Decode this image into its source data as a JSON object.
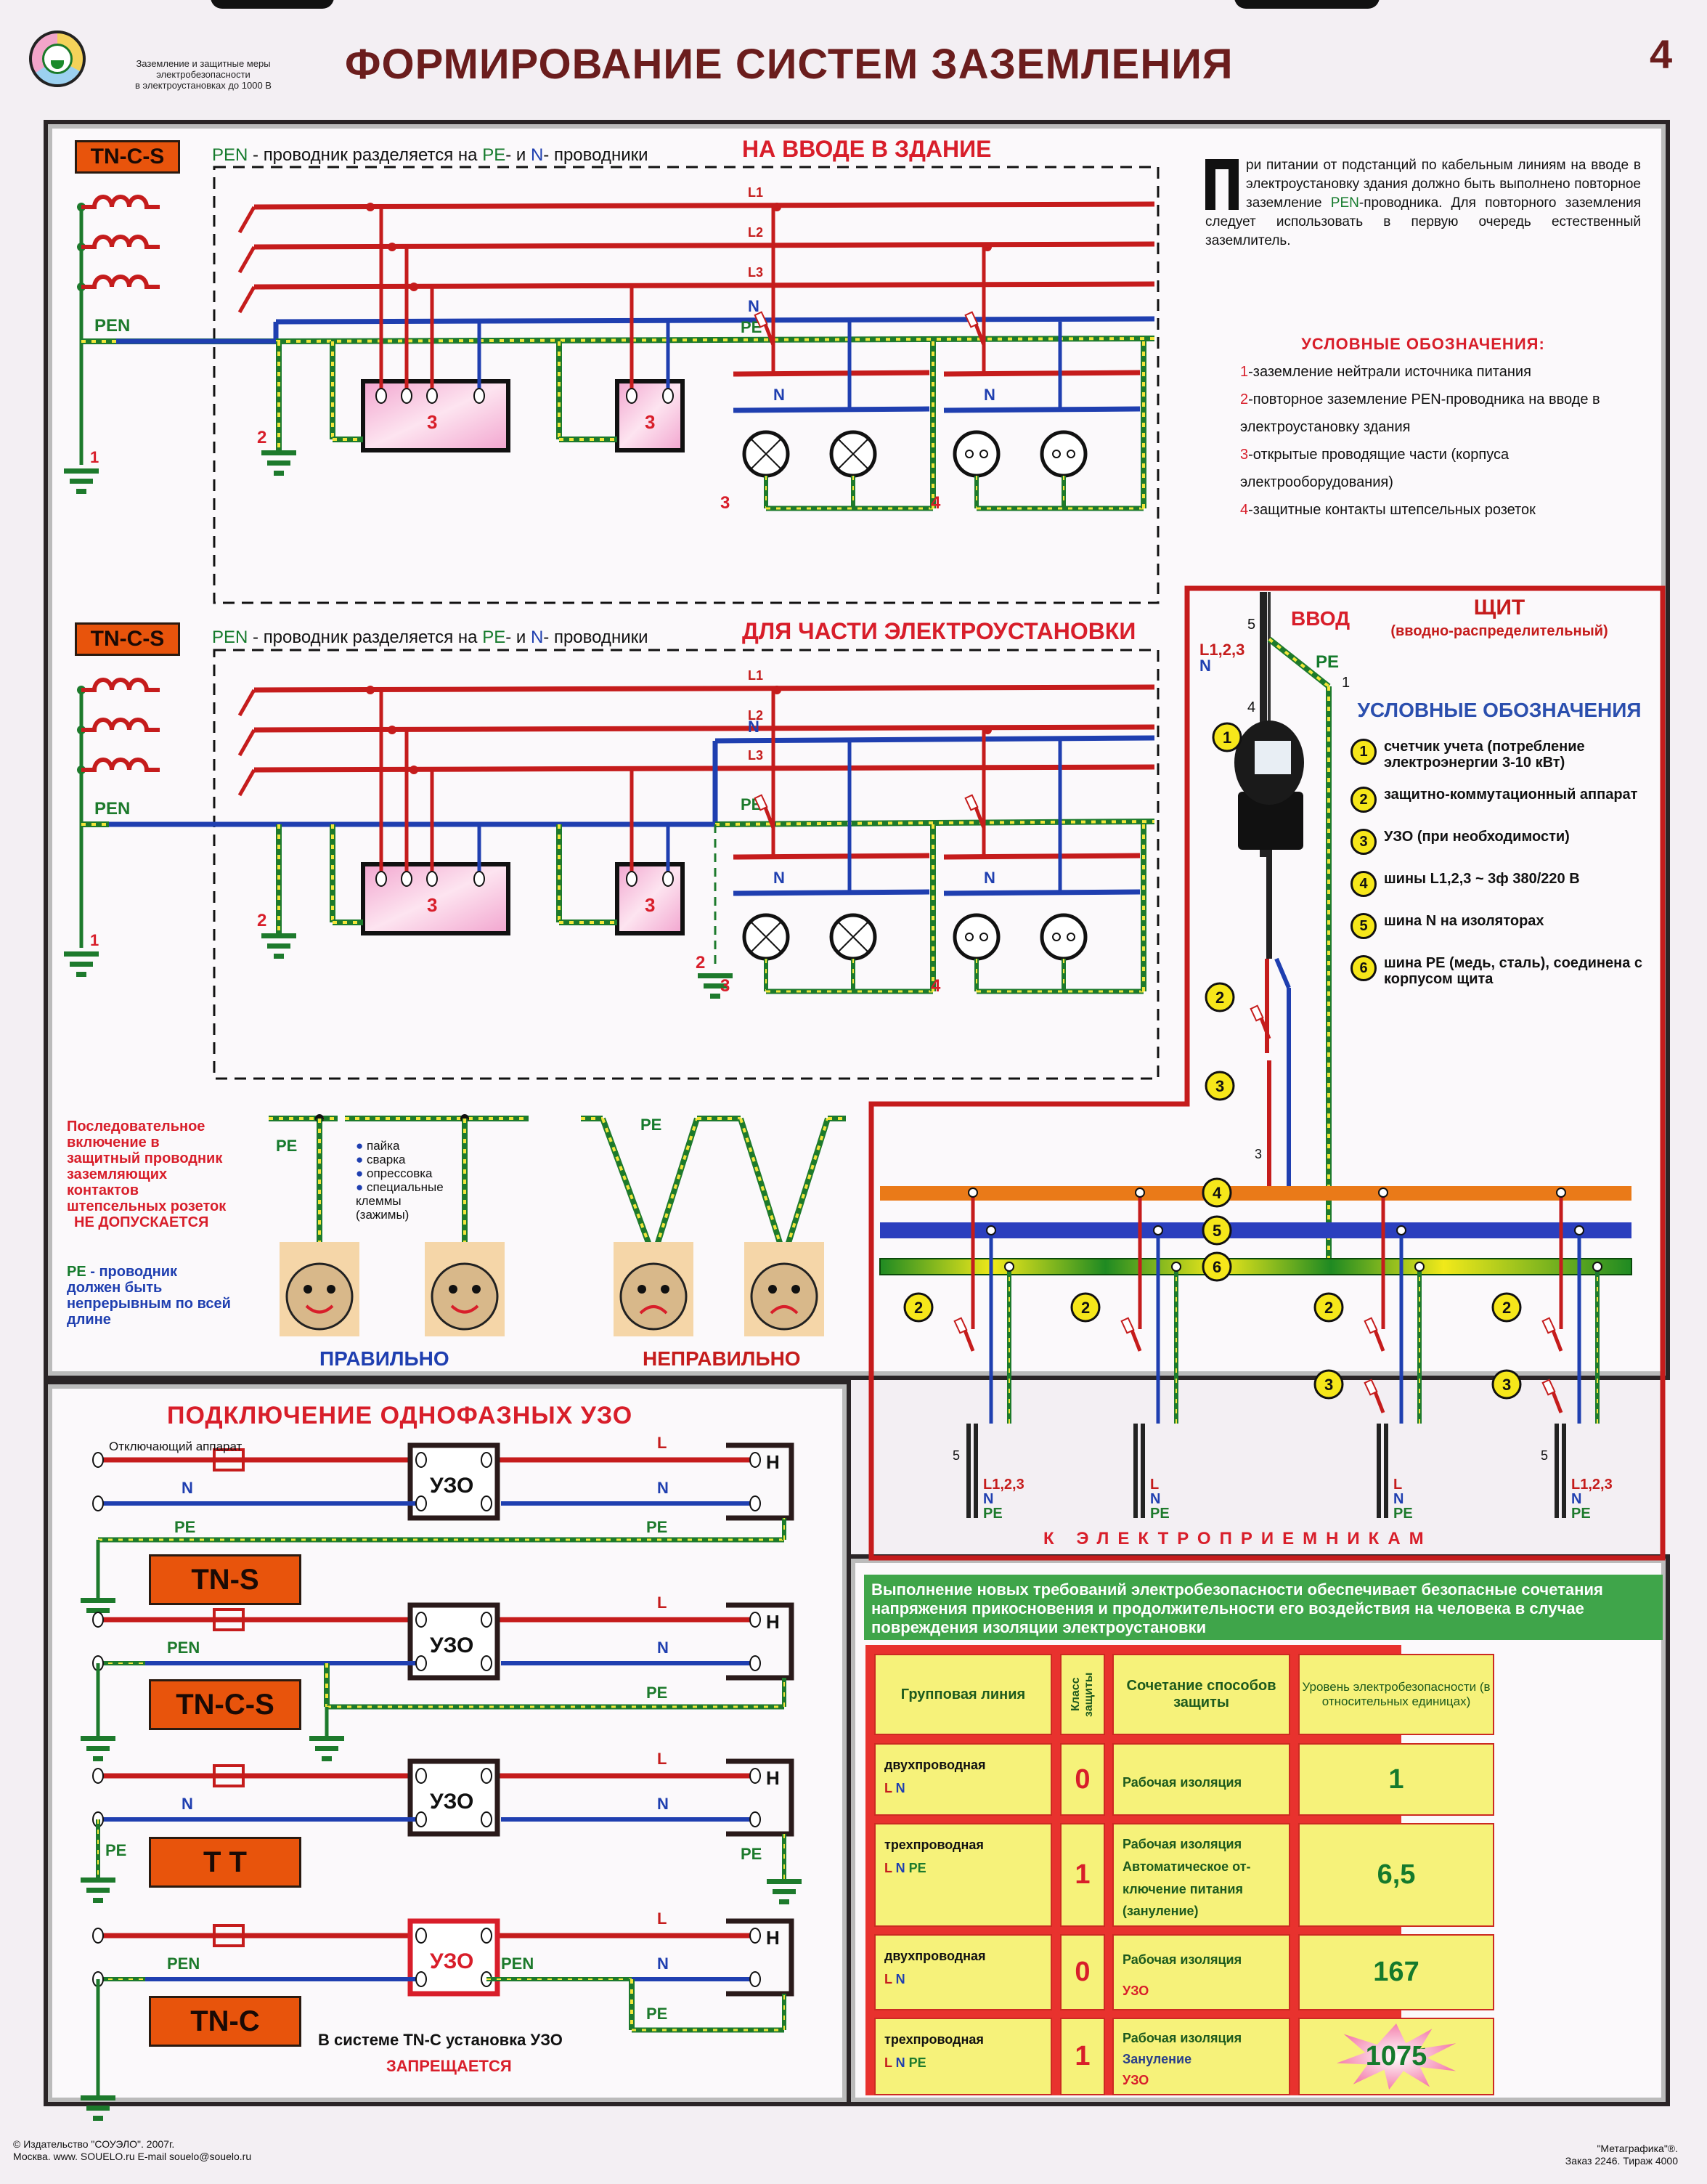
{
  "header": {
    "subtitle_lines": [
      "Заземление и защитные меры",
      "электробезопасности",
      "в электроустановках до 1000 В"
    ],
    "title": "ФОРМИРОВАНИЕ СИСТЕМ ЗАЗЕМЛЕНИЯ",
    "page_number": "4"
  },
  "scheme1": {
    "tag": "TN-C-S",
    "desc_pen": "PEN",
    "desc_mid": " - проводник разделяется на ",
    "desc_pe": "PE",
    "desc_and": "- и ",
    "desc_n": "N",
    "desc_end": "- проводники",
    "heading": "НА ВВОДЕ В ЗДАНИЕ",
    "labels": {
      "l1": "L1",
      "l2": "L2",
      "l3": "L3",
      "n": "N",
      "pe": "PE",
      "pen": "PEN",
      "ground1": "1",
      "ground2": "2",
      "equip": "3",
      "lamps": "3",
      "sockets": "4"
    }
  },
  "scheme2": {
    "tag": "TN-C-S",
    "desc_pen": "PEN",
    "desc_mid": " - проводник разделяется на ",
    "desc_pe": "PE",
    "desc_and": "- и ",
    "desc_n": "N",
    "desc_end": "- проводники",
    "heading": "ДЛЯ ЧАСТИ ЭЛЕКТРОУСТАНОВКИ",
    "labels": {
      "l1": "L1",
      "l2": "L2",
      "l3": "L3",
      "n": "N",
      "pe": "PE",
      "pen": "PEN",
      "ground1": "1",
      "ground2": "2",
      "equip": "3",
      "lamps": "3",
      "sockets": "4"
    }
  },
  "info": {
    "dropcap": "П",
    "paragraph_pre": "ри питании от подстанций по кабельным линиям на вводе в электроустановку здания должно быть выполнено повторное заземление ",
    "paragraph_pen": "PEN",
    "paragraph_post": "-проводника. Для повторного заземления следует использовать в первую очередь естественный заземлитель.",
    "legend_title": "УСЛОВНЫЕ ОБОЗНАЧЕНИЯ:",
    "legend": [
      {
        "num": "1",
        "text": "-заземление нейтрали источника питания"
      },
      {
        "num": "2",
        "text": "-повторное заземление PEN-проводника на вводе в электроустановку здания"
      },
      {
        "num": "3",
        "text": "-открытые проводящие части (корпуса электрооборудования)"
      },
      {
        "num": "4",
        "text": "-защитные контакты штепсельных розеток"
      }
    ]
  },
  "panel": {
    "title": "ЩИТ",
    "subtitle": "(вводно-распределительный)",
    "input_label": "ВВОД",
    "input_wires": "L1,2,3",
    "input_n": "N",
    "pe": "PE",
    "tick_5": "5",
    "tick_4": "4",
    "tick_1": "1",
    "tick_3": "3",
    "legend_title": "УСЛОВНЫЕ ОБОЗНАЧЕНИЯ",
    "legend": [
      {
        "num": "1",
        "text": "счетчик учета (потребление электроэнергии 3-10 кВт)"
      },
      {
        "num": "2",
        "text": "защитно-коммутационный аппарат"
      },
      {
        "num": "3",
        "text": "УЗО (при необходимости)"
      },
      {
        "num": "4",
        "text": "шины L1,2,3 ~ 3ф 380/220 В"
      },
      {
        "num": "5",
        "text": "шина N на изоляторах"
      },
      {
        "num": "6",
        "text": "шина PE (медь, сталь), соединена с корпусом щита"
      }
    ],
    "outputs": [
      {
        "l": "L1,2,3",
        "n": "N",
        "pe": "PE",
        "count": "5"
      },
      {
        "l": "L",
        "n": "N",
        "pe": "PE"
      },
      {
        "l": "L",
        "n": "N",
        "pe": "PE"
      },
      {
        "l": "L1,2,3",
        "n": "N",
        "pe": "PE",
        "count": "5"
      }
    ],
    "footer": "К ЭЛЕКТРОПРИЕМНИКАМ"
  },
  "pe_rules": {
    "note_red": "Последовательное включение в защитный проводник заземляющих контактов штепсельных розеток",
    "note_red_bold": "НЕ ДОПУСКАЕТСЯ",
    "note_pe": "PE",
    "note_blue": " - проводник должен быть непрерывным по всей длине",
    "pe_label": "PE",
    "methods": [
      "пайка",
      "сварка",
      "опрессовка",
      "специальные клеммы (зажимы)"
    ],
    "correct": "ПРАВИЛЬНО",
    "incorrect": "НЕПРАВИЛЬНО"
  },
  "uzo": {
    "title": "ПОДКЛЮЧЕНИЕ ОДНОФАЗНЫХ УЗО",
    "switch_label": "Отключающий аппарат",
    "device": "УЗО",
    "load": "Н",
    "systems": [
      {
        "tag": "TN-S",
        "left": "N",
        "left_pe": "PE",
        "right_l": "L",
        "right_n": "N",
        "right_pe": "PE"
      },
      {
        "tag": "TN-C-S",
        "left": "PEN",
        "right_l": "L",
        "right_n": "N",
        "right_pe": "PE"
      },
      {
        "tag": "T T",
        "left": "N",
        "left_pe": "PE",
        "right_l": "L",
        "right_n": "N",
        "right_pe": "PE"
      },
      {
        "tag": "TN-C",
        "left": "PEN",
        "mid": "PEN",
        "right_l": "L",
        "right_n": "N",
        "right_pe": "PE"
      }
    ],
    "warning": "В системе TN-C установка УЗО",
    "warning_red": "ЗАПРЕЩАЕТСЯ"
  },
  "safety": {
    "banner": "Выполнение новых требований электробезопасности обеспечивает безопасные сочетания напряжения прикосновения и продолжительности его воздействия на человека в случае повреждения изоляции электроустановки",
    "headers": [
      "Групповая линия",
      "Класс защиты",
      "Сочетание способов защиты",
      "Уровень электробезопасности (в относительных единицах)"
    ],
    "rows": [
      {
        "line": "двухпроводная",
        "wires": "L N",
        "class": "0",
        "protection": [
          "Рабочая изоляция"
        ],
        "level": "1"
      },
      {
        "line": "трехпроводная",
        "wires": "L N PE",
        "class": "1",
        "protection": [
          "Рабочая изоляция",
          "Автоматическое от-",
          "ключение питания",
          "(зануление)"
        ],
        "level": "6,5"
      },
      {
        "line": "двухпроводная",
        "wires": "L N",
        "class": "0",
        "protection": [
          "Рабочая изоляция",
          "УЗО"
        ],
        "level": "167"
      },
      {
        "line": "трехпроводная",
        "wires": "L N PE",
        "class": "1",
        "protection": [
          "Рабочая изоляция",
          "Зануление",
          "УЗО"
        ],
        "level": "1075"
      }
    ]
  },
  "footer": {
    "left_1": "© Издательство \"СОУЭЛО\". 2007г.",
    "left_2": "Москва. www. SOUELO.ru  E-mail souelo@souelo.ru",
    "right_1": "\"Метаграфика\"®.",
    "right_2": "Заказ 2246. Тираж 4000"
  },
  "colors": {
    "phase": "#c51c1c",
    "neutral": "#1f3fb0",
    "pe_green": "#1d7a2c",
    "pe_yellow": "#f1e53a",
    "title": "#6b1d1d",
    "accent_red": "#d81e2a",
    "tag_orange": "#e8540c"
  }
}
